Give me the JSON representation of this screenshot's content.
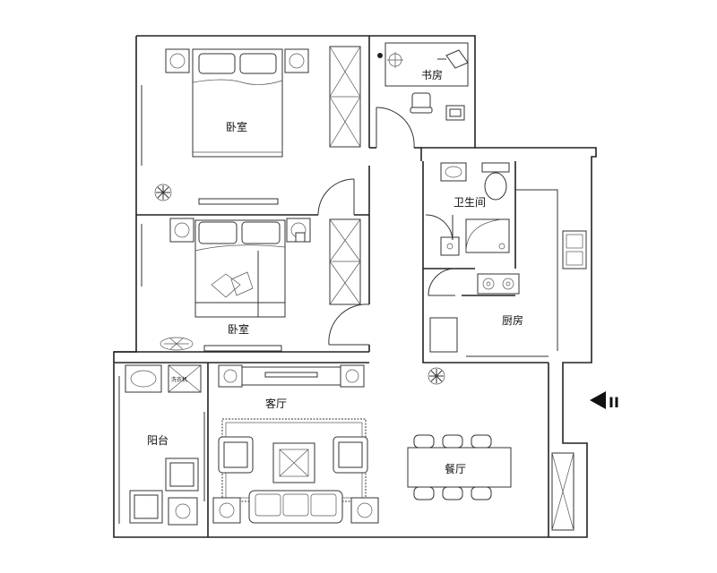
{
  "rooms": {
    "master_bedroom": "卧室",
    "study": "书房",
    "bathroom": "卫生间",
    "second_bedroom": "卧室",
    "kitchen": "厨房",
    "living_room": "客厅",
    "balcony": "阳台",
    "dining_room": "餐厅"
  },
  "fixtures": {
    "washer_label": "洗衣机"
  },
  "entrance": {
    "marker": "II"
  }
}
